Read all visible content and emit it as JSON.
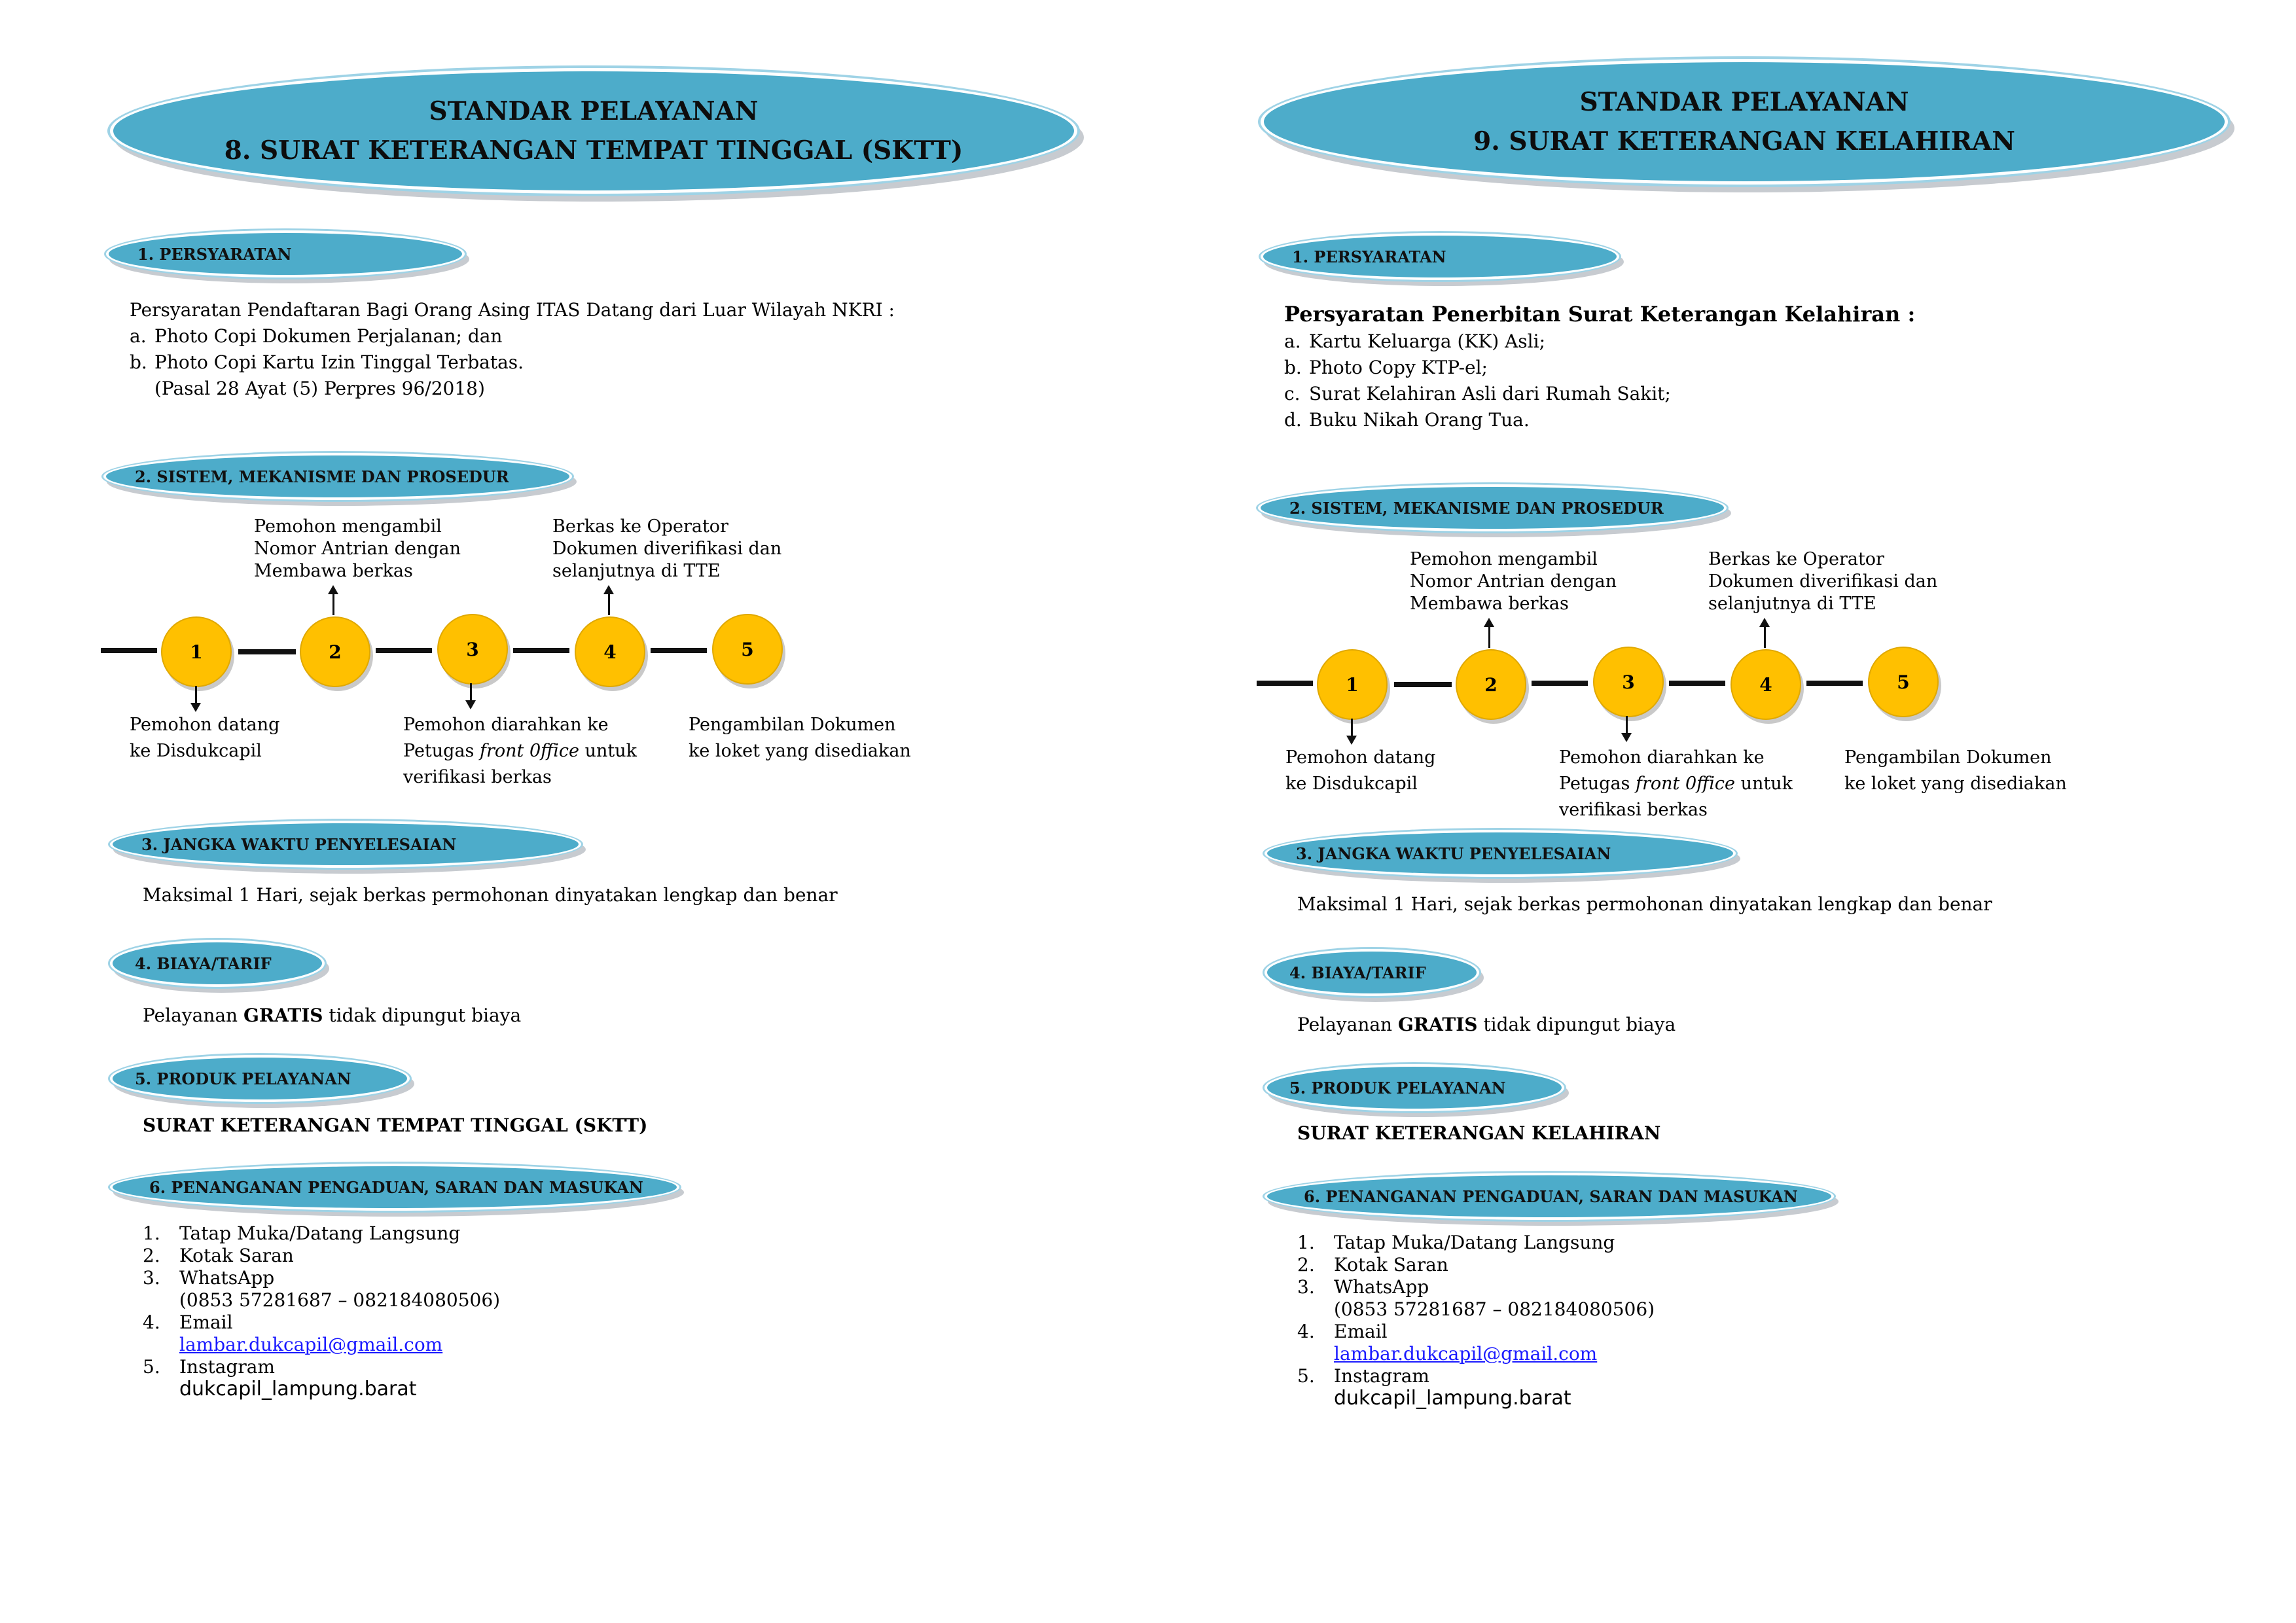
{
  "panels": [
    {
      "title_line1": "STANDAR PELAYANAN",
      "title_line2": "8.  SURAT KETERANGAN TEMPAT TINGGAL (SKTT)",
      "sections": {
        "persyaratan": "1.  PERSYARATAN",
        "prosedur": "2.  SISTEM, MEKANISME DAN PROSEDUR",
        "jangka": "3. JANGKA WAKTU PENYELESAIAN",
        "biaya": "4. BIAYA/TARIF",
        "produk": "5. PRODUK PELAYANAN",
        "pengaduan": "6. PENANGANAN PENGADUAN, SARAN DAN MASUKAN"
      },
      "req_intro": "Persyaratan Pendaftaran Bagi Orang Asing ITAS Datang dari Luar Wilayah NKRI :",
      "requirements": [
        {
          "marker": "a.",
          "text": "Photo Copi Dokumen  Perjalanan; dan"
        },
        {
          "marker": "b.",
          "text": "Photo Copi Kartu Izin Tinggal Terbatas."
        }
      ],
      "req_note": "(Pasal 28 Ayat (5) Perpres 96/2018)",
      "jangka_text": "Maksimal 1 Hari, sejak berkas permohonan dinyatakan lengkap dan benar",
      "biaya_pre": "Pelayanan ",
      "biaya_bold": "GRATIS",
      "biaya_post": " tidak dipungut biaya",
      "produk_text": "SURAT KETERANGAN TEMPAT TINGGAL (SKTT)"
    },
    {
      "title_line1": "STANDAR PELAYANAN",
      "title_line2": "9.  SURAT KETERANGAN KELAHIRAN",
      "sections": {
        "persyaratan": "1.  PERSYARATAN",
        "prosedur": "2.  SISTEM, MEKANISME DAN PROSEDUR",
        "jangka": "3. JANGKA WAKTU PENYELESAIAN",
        "biaya": "4. BIAYA/TARIF",
        "produk": "5. PRODUK PELAYANAN",
        "pengaduan": "6. PENANGANAN PENGADUAN, SARAN DAN MASUKAN"
      },
      "req_intro": "Persyaratan Penerbitan Surat Keterangan Kelahiran  :",
      "requirements": [
        {
          "marker": "a.",
          "text": "Kartu Keluarga (KK) Asli;"
        },
        {
          "marker": "b.",
          "text": "Photo Copy KTP-el;"
        },
        {
          "marker": "c.",
          "text": "Surat Kelahiran Asli dari Rumah Sakit;"
        },
        {
          "marker": "d.",
          "text": "Buku Nikah Orang Tua."
        }
      ],
      "jangka_text": "Maksimal 1 Hari, sejak berkas permohonan dinyatakan lengkap dan benar",
      "biaya_pre": "Pelayanan ",
      "biaya_bold": "GRATIS",
      "biaya_post": " tidak dipungut biaya",
      "produk_text": "SURAT KETERANGAN KELAHIRAN"
    }
  ],
  "flow": {
    "steps": [
      "1",
      "2",
      "3",
      "4",
      "5"
    ],
    "step1_l1": "Pemohon datang",
    "step1_l2": "ke Disdukcapil",
    "step2_l1": "Pemohon mengambil",
    "step2_l2": "Nomor Antrian dengan",
    "step2_l3": "Membawa berkas",
    "step3_l1": "Pemohon diarahkan ke",
    "step3_l2_pre": "Petugas ",
    "step3_l2_em": "front 0ffice",
    "step3_l2_post": " untuk",
    "step3_l3": "verifikasi berkas",
    "step4_l1": "Berkas ke Operator",
    "step4_l2": "Dokumen diverifikasi dan",
    "step4_l3": "selanjutnya di TTE",
    "step5_l1": "Pengambilan Dokumen",
    "step5_l2": "ke loket yang disediakan"
  },
  "contacts": {
    "c1_num": "1.",
    "c1": "Tatap Muka/Datang Langsung",
    "c2_num": "2.",
    "c2": "Kotak Saran",
    "c3_num": "3.",
    "c3": "WhatsApp",
    "c3_detail": "(0853 57281687 – 082184080506)",
    "c4_num": "4.",
    "c4": "Email",
    "c4_detail": "lambar.dukcapil@gmail.com",
    "c5_num": "5.",
    "c5": "Instagram",
    "c5_detail": "dukcapil_lampung.barat"
  }
}
